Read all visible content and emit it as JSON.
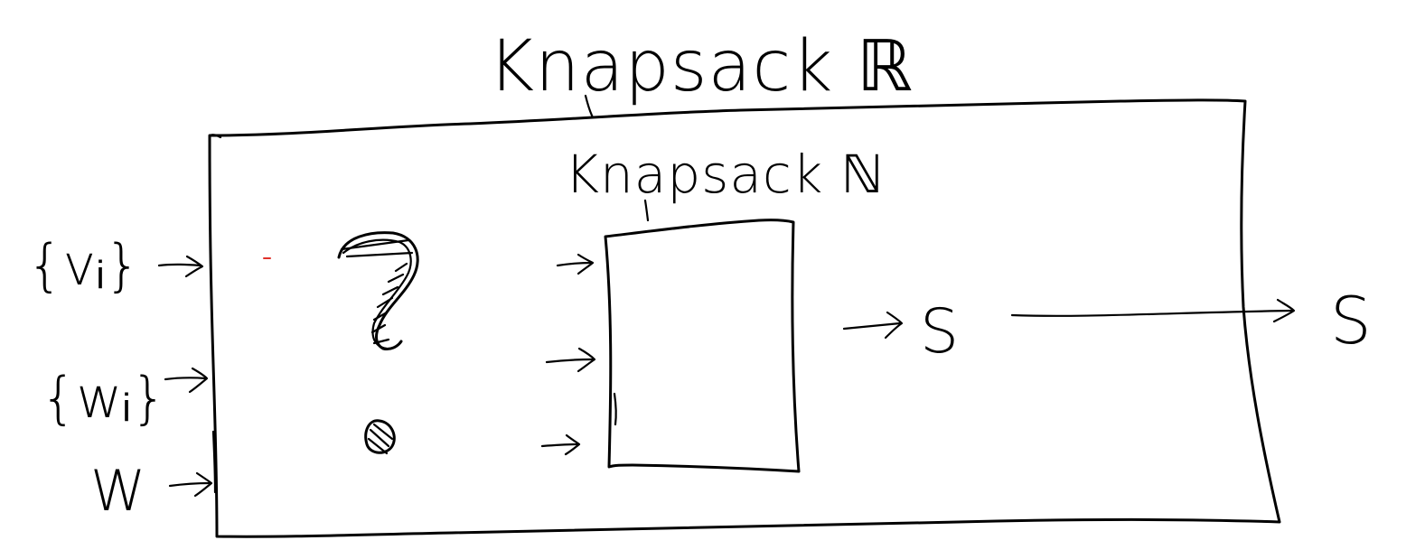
{
  "diagram": {
    "outer_box_title": "Knapsack ℝ",
    "inner_box_title": "Knapsack ℕ",
    "inputs": {
      "values": "{vᵢ}",
      "weights": "{wᵢ}",
      "capacity": "W"
    },
    "unknown_mark": "?",
    "inner_output": "S",
    "outer_output": "S"
  },
  "colors": {
    "ink": "#000000",
    "red_tick": "#e0312a",
    "background": "#ffffff"
  }
}
